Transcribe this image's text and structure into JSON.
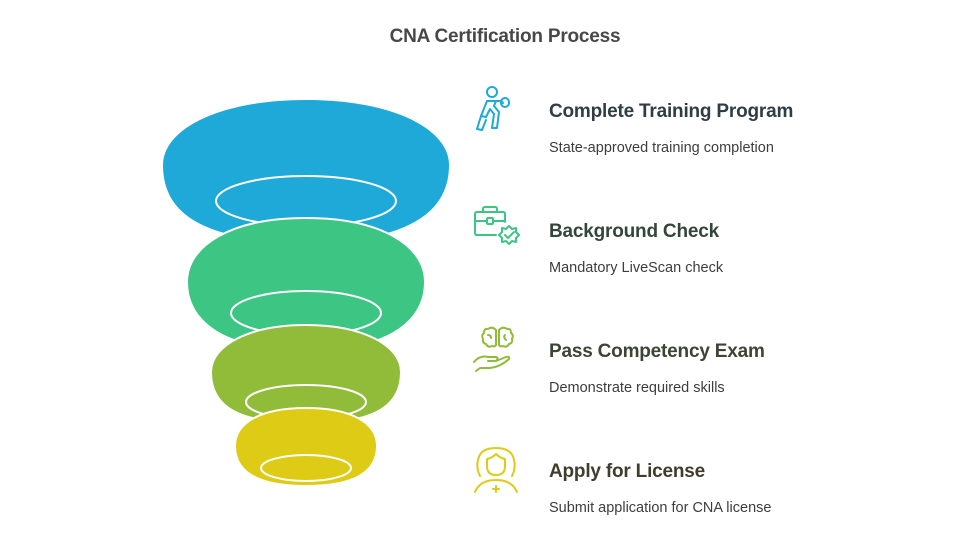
{
  "title": "CNA Certification Process",
  "steps": [
    {
      "heading": "Complete Training Program",
      "description": "State-approved training completion",
      "icon": "boxing-person-icon",
      "color": "#1EA9D8",
      "text_color": "#2F3E46"
    },
    {
      "heading": "Background Check",
      "description": "Mandatory LiveScan check",
      "icon": "briefcase-check-icon",
      "color": "#3DC584",
      "text_color": "#33463C"
    },
    {
      "heading": "Pass Competency Exam",
      "description": "Demonstrate required skills",
      "icon": "hand-brain-icon",
      "color": "#91BC3A",
      "text_color": "#3C4432"
    },
    {
      "heading": "Apply for License",
      "description": "Submit application for CNA license",
      "icon": "nurse-icon",
      "color": "#DECB16",
      "text_color": "#3F3D2C"
    }
  ]
}
